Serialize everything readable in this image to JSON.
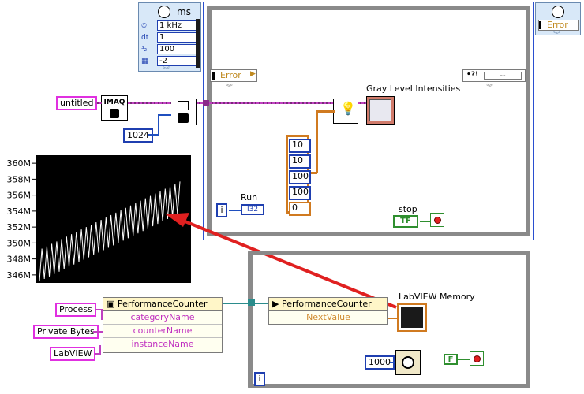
{
  "timed_loop": {
    "unit_label": "ms",
    "rows": [
      {
        "icon": "clock-source-icon",
        "value": "1 kHz"
      },
      {
        "icon": "dt-icon",
        "prefix": "dt",
        "value": "1"
      },
      {
        "icon": "priority-icon",
        "value": "100"
      },
      {
        "icon": "processor-icon",
        "value": "-2"
      }
    ]
  },
  "error_labels": {
    "left": "Error",
    "right_top": "Error",
    "right_inner": "--"
  },
  "imaq": {
    "label": "IMAQ",
    "source_name": "untitled",
    "size_const": "1024"
  },
  "gray_level": {
    "label": "Gray Level Intensities"
  },
  "rect_cluster": {
    "values": [
      "10",
      "10",
      "100",
      "100",
      "0"
    ]
  },
  "run": {
    "label": "Run",
    "type": "I32",
    "iter": "i"
  },
  "stop": {
    "label": "stop",
    "bool": "TF"
  },
  "graph": {
    "y_ticks": [
      "360M",
      "358M",
      "356M",
      "354M",
      "352M",
      "350M",
      "348M",
      "346M"
    ]
  },
  "chart_data": {
    "type": "line",
    "y_tick_labels": [
      "360M",
      "358M",
      "356M",
      "354M",
      "352M",
      "350M",
      "348M",
      "346M"
    ],
    "ylim": [
      345,
      361
    ],
    "series": [
      {
        "values": [
          345.2,
          349.3,
          345.5,
          349.6,
          345.8,
          349.9,
          346.1,
          350.2,
          346.4,
          350.5,
          346.7,
          350.8,
          347.0,
          351.1,
          347.3,
          351.4,
          347.6,
          351.7,
          347.9,
          352.0,
          348.2,
          352.3,
          348.5,
          352.6,
          348.8,
          352.9,
          349.1,
          353.2,
          349.4,
          353.5,
          349.7,
          353.8,
          350.0,
          354.1,
          350.3,
          354.4,
          350.6,
          354.7,
          350.9,
          355.0,
          351.2,
          355.3,
          351.5,
          355.6,
          351.8,
          355.9,
          352.1,
          356.2,
          352.4,
          356.5,
          352.7,
          356.8,
          353.0,
          357.1,
          353.3,
          357.4,
          353.6,
          357.7
        ]
      }
    ]
  },
  "perf": {
    "node_title": "PerformanceCounter",
    "props": [
      "categoryName",
      "counterName",
      "instanceName"
    ],
    "inputs": [
      "Process",
      "Private Bytes",
      "LabVIEW"
    ],
    "invoke_title": "PerformanceCounter",
    "invoke_method": "NextValue",
    "memory_label": "LabVIEW Memory",
    "wait_const": "1000",
    "bool_const": "F",
    "iter": "i"
  }
}
